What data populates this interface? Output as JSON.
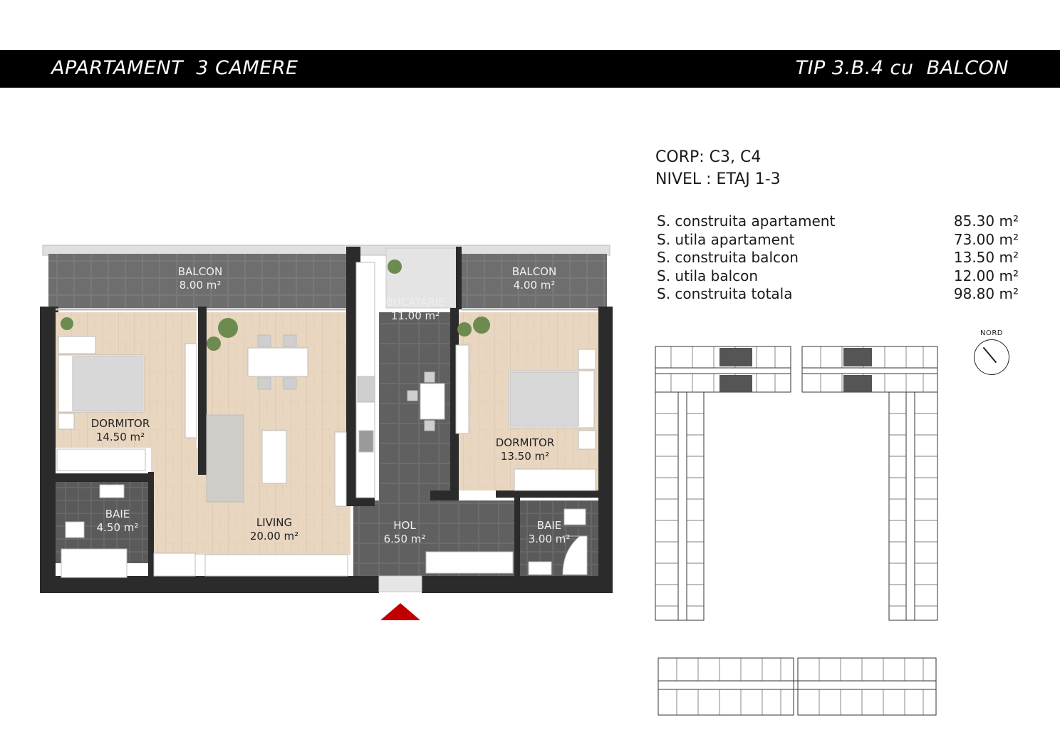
{
  "header": {
    "title_left": "APARTAMENT  3 CAMERE",
    "title_right": "TIP 3.B.4 cu  BALCON"
  },
  "info": {
    "corp": "CORP: C3, C4",
    "nivel": "NIVEL : ETAJ 1-3"
  },
  "areas": [
    {
      "label": "S. construita apartament",
      "value": "85.30 m²"
    },
    {
      "label": "S. utila apartament",
      "value": "73.00 m²"
    },
    {
      "label": "S. construita balcon",
      "value": "13.50 m²"
    },
    {
      "label": "S. utila balcon",
      "value": "12.00 m²"
    },
    {
      "label": "S. construita totala",
      "value": "98.80 m²"
    }
  ],
  "rooms": {
    "balcon_left": {
      "name": "BALCON",
      "area": "8.00 m²"
    },
    "balcon_right": {
      "name": "BALCON",
      "area": "4.00 m²"
    },
    "bucatarie": {
      "name": "BUCATARIE",
      "area": "11.00 m²"
    },
    "dormitor_left": {
      "name": "DORMITOR",
      "area": "14.50 m²"
    },
    "dormitor_right": {
      "name": "DORMITOR",
      "area": "13.50 m²"
    },
    "living": {
      "name": "LIVING",
      "area": "20.00 m²"
    },
    "hol": {
      "name": "HOL",
      "area": "6.50 m²"
    },
    "baie_left": {
      "name": "BAIE",
      "area": "4.50 m²"
    },
    "baie_right": {
      "name": "BAIE",
      "area": "3.00 m²"
    }
  },
  "north": {
    "label": "NORD"
  },
  "colors": {
    "wall": "#2b2b2b",
    "wood_floor": "#e6d4be",
    "tile_floor": "#5f5f5f",
    "balcony_floor": "#6b6b6b",
    "entrance_arrow": "#c00000"
  }
}
